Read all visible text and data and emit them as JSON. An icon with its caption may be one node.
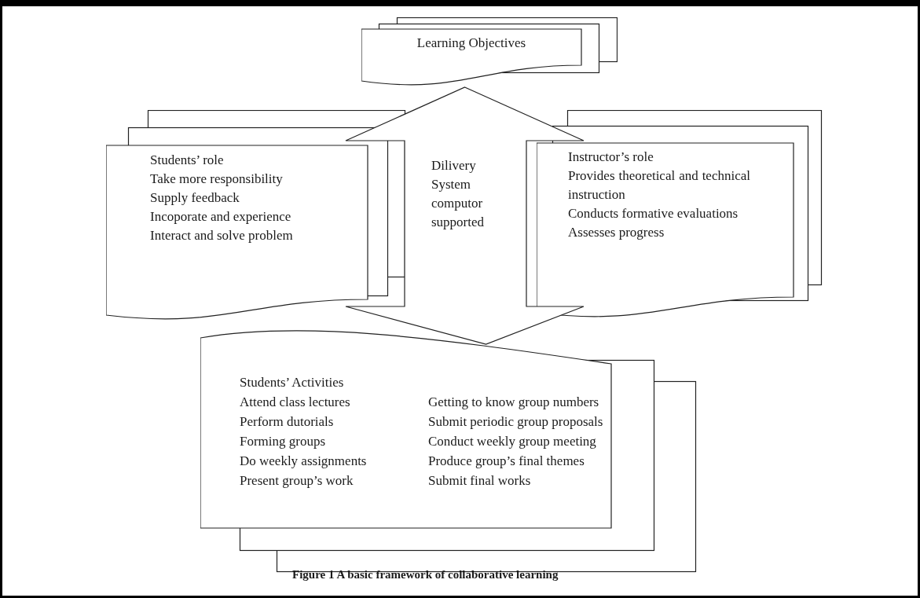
{
  "diagram": {
    "caption": "Figure 1 A basic framework of collaborative learning",
    "nodes": [
      {
        "text": [
          "Learning Objectives"
        ]
      },
      {
        "text": [
          "Students’ role",
          "Take more responsibility",
          "Supply feedback",
          "Incoporate and experience",
          "Interact and solve problem"
        ]
      },
      {
        "text": [
          "Instructor’s role",
          "Provides theoretical and technical instruction",
          "Conducts formative evaluations",
          "Assesses progress"
        ]
      },
      {
        "text": [
          "Students’ Activities",
          "Attend class lectures",
          "Getting to know group numbers",
          "Perform dutorials",
          "Submit periodic group proposals",
          "Forming groups",
          "Conduct weekly group meeting",
          "Do weekly assignments",
          "Produce group’s final themes",
          "Present group’s work",
          "Submit final works"
        ]
      }
    ],
    "edges": [
      {
        "from": 0,
        "to": 3,
        "arrow": "both",
        "label": "Dilivery System computor supported"
      }
    ]
  }
}
